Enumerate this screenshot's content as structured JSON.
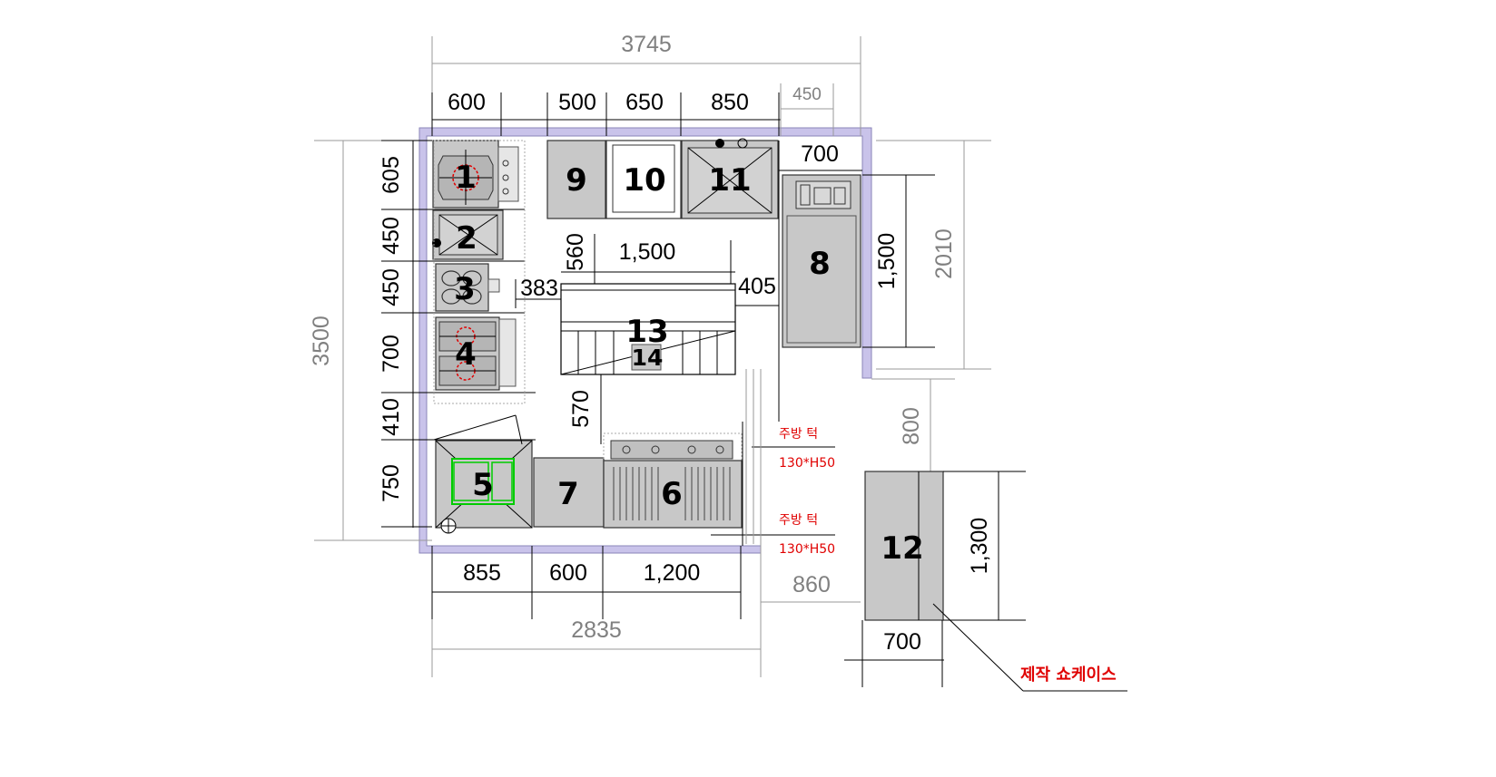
{
  "dimensions": {
    "top_total": "3745",
    "top_600": "600",
    "top_500": "500",
    "top_650": "650",
    "top_850": "850",
    "top_450": "450",
    "right_700": "700",
    "left_605": "605",
    "left_450a": "450",
    "left_450b": "450",
    "left_700": "700",
    "left_410": "410",
    "left_750": "750",
    "left_total": "3500",
    "center_560": "560",
    "center_1500": "1,500",
    "center_383": "383",
    "center_405": "405",
    "center_570": "570",
    "right_1500": "1,500",
    "right_2010": "2010",
    "right_800": "800",
    "bottom_855": "855",
    "bottom_600": "600",
    "bottom_1200": "1,200",
    "bottom_total": "2835",
    "bottom_860": "860",
    "showcase_width": "700",
    "showcase_height": "1,300"
  },
  "equipment": {
    "e1": "1",
    "e2": "2",
    "e3": "3",
    "e4": "4",
    "e5": "5",
    "e6": "6",
    "e7": "7",
    "e8": "8",
    "e9": "9",
    "e10": "10",
    "e11": "11",
    "e12": "12",
    "e13": "13",
    "e14": "14"
  },
  "notes": {
    "ledge_a_label": "주방 턱",
    "ledge_a_size": "130*H50",
    "ledge_b_label": "주방 턱",
    "ledge_b_size": "130*H50",
    "showcase_label": "제작 쇼케이스"
  },
  "colors": {
    "wall": "#c9c3ea",
    "equipment": "#c8c8c8",
    "annotation": "#e00000",
    "sink_highlight": "#00cc00"
  }
}
